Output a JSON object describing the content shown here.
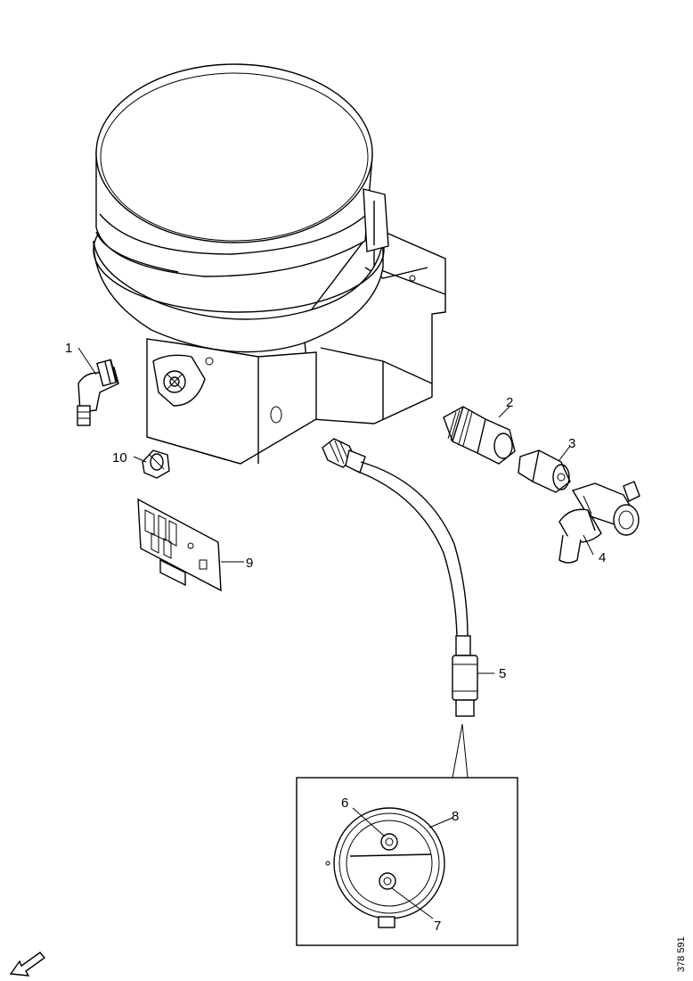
{
  "callouts": {
    "c1": "1",
    "c2": "2",
    "c3": "3",
    "c4": "4",
    "c5": "5",
    "c6": "6",
    "c7": "7",
    "c8": "8",
    "c9": "9",
    "c10": "10"
  },
  "reference_code": "378 591"
}
